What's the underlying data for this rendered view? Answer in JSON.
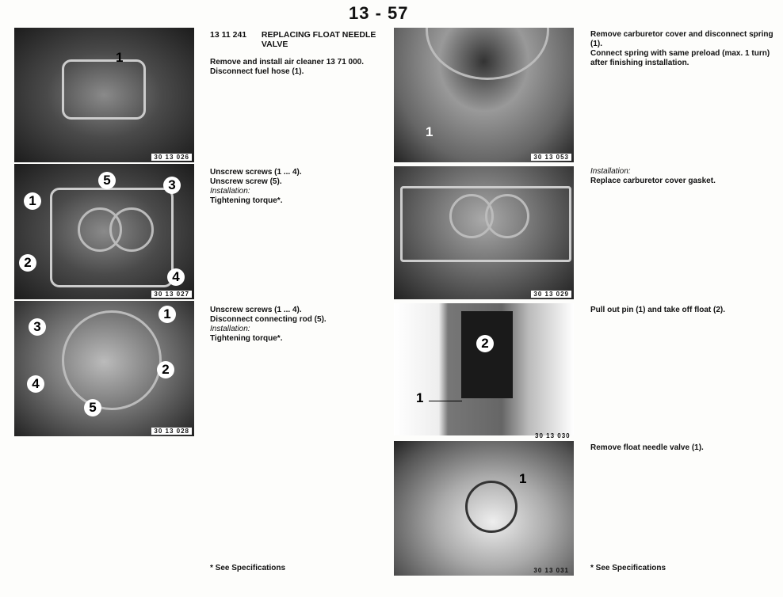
{
  "page_number": "13 - 57",
  "section": {
    "number": "13 11 241",
    "title": "REPLACING FLOAT NEEDLE VALVE"
  },
  "steps": [
    {
      "lines": [
        "Remove and install air cleaner 13 71 000.",
        "Disconnect fuel hose (1)."
      ],
      "figure": "30 13 026",
      "callouts": [
        "1"
      ]
    },
    {
      "lines": [
        "Unscrew screws (1 ... 4).",
        "Unscrew screw (5)."
      ],
      "installation": "Installation:",
      "after": "Tightening torque*.",
      "figure": "30 13 027",
      "callouts": [
        "1",
        "2",
        "3",
        "4",
        "5"
      ]
    },
    {
      "lines": [
        "Unscrew screws (1 ... 4).",
        "Disconnect connecting rod (5)."
      ],
      "installation": "Installation:",
      "after": "Tightening torque*.",
      "figure": "30 13 028",
      "callouts": [
        "1",
        "2",
        "3",
        "4",
        "5"
      ]
    },
    {
      "lines": [
        "Remove carburetor cover and disconnect spring (1).",
        "Connect spring with same preload (max. 1 turn) after finishing installation."
      ],
      "figure": "30 13 053",
      "callouts": [
        "1"
      ]
    },
    {
      "installation": "Installation:",
      "lines": [
        "Replace carburetor cover gasket."
      ],
      "figure": "30 13 029"
    },
    {
      "lines": [
        "Pull out pin (1) and take off float (2)."
      ],
      "figure": "30 13 030",
      "callouts": [
        "1",
        "2"
      ]
    },
    {
      "lines": [
        "Remove float needle valve (1)."
      ],
      "figure": "30 13 031",
      "callouts": [
        "1"
      ]
    }
  ],
  "footnote_left": "* See Specifications",
  "footnote_right": "* See Specifications"
}
